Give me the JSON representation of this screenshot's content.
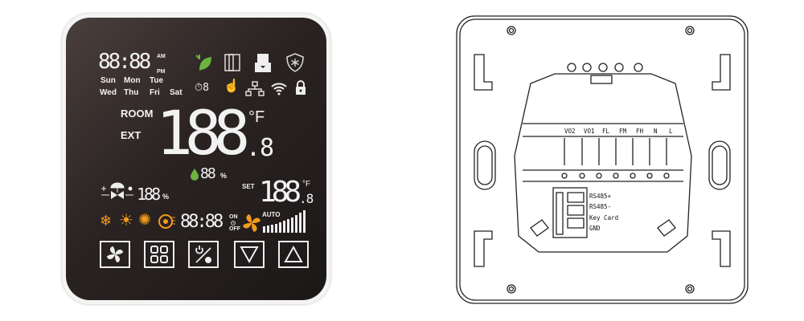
{
  "display": {
    "clock": "88:88",
    "am": "AM",
    "pm": "PM",
    "days": [
      "Sun",
      "Mon",
      "Tue",
      "Wed",
      "Thu",
      "Fri",
      "Sat"
    ],
    "room_label": "ROOM",
    "ext_label": "EXT",
    "main_temp": "188",
    "main_decimal": ".8",
    "unit": "°F",
    "humidity": "88",
    "percent": "%",
    "valve_value": "188",
    "set_label": "SET",
    "set_temp": "188",
    "set_decimal": ".8",
    "timer": "88:88",
    "on": "ON",
    "off": "OFF",
    "auto": "AUTO",
    "timer_icon_digit": "8"
  },
  "colors": {
    "eco_green": "#6cb33f",
    "mode_orange": "#f39b1c"
  },
  "buttons": [
    "fan-button",
    "mode-button",
    "power-button",
    "down-button",
    "up-button"
  ],
  "back_panel": {
    "terminals": [
      "VO2",
      "VO1",
      "FL",
      "FM",
      "FH",
      "N",
      "L"
    ],
    "connector": [
      "RS485+",
      "RS485-",
      "Key Card",
      "GND"
    ]
  }
}
